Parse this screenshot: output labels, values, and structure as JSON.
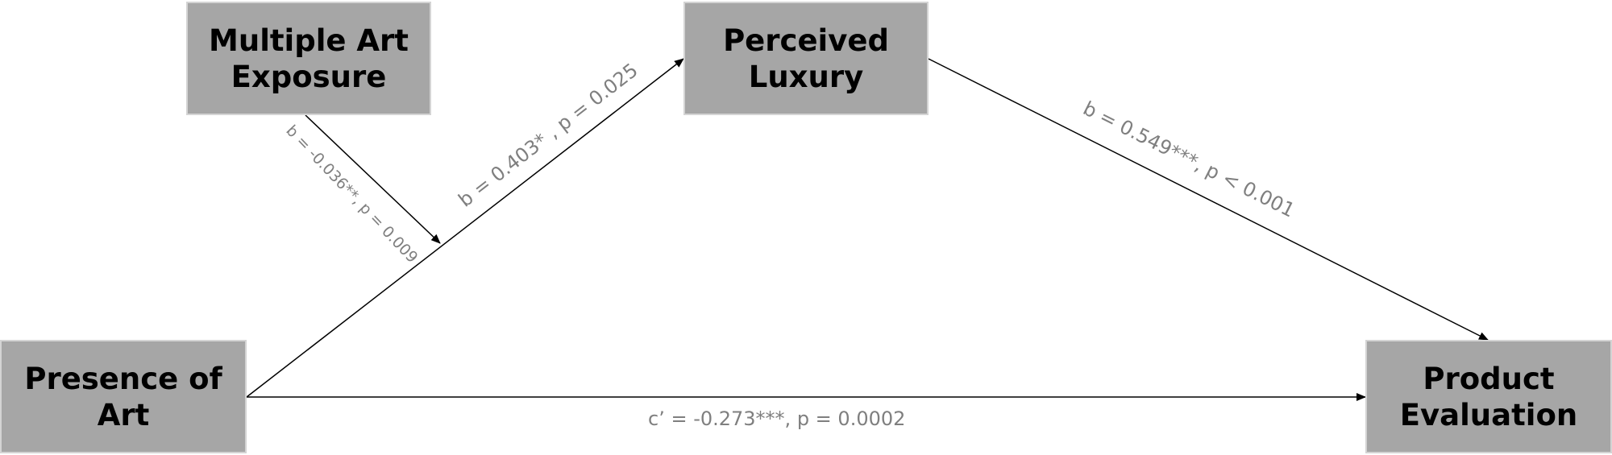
{
  "nodes": {
    "multiple_art": "Multiple Art\nExposure",
    "luxury": "Perceived\nLuxury",
    "presence": "Presence of\nArt",
    "evaluation": "Product\nEvaluation"
  },
  "edges": {
    "moderation": "b = -0.036**, p = 0.009",
    "path_a": "b = 0.403* , p = 0.025",
    "path_b": "b = 0.549***, p < 0.001",
    "direct": "c’ = -0.273***, p = 0.0002"
  },
  "colors": {
    "node_fill": "#a6a6a6",
    "node_border": "#d4d4d4",
    "edge_label": "#7f7f7f",
    "arrow": "#000000"
  }
}
